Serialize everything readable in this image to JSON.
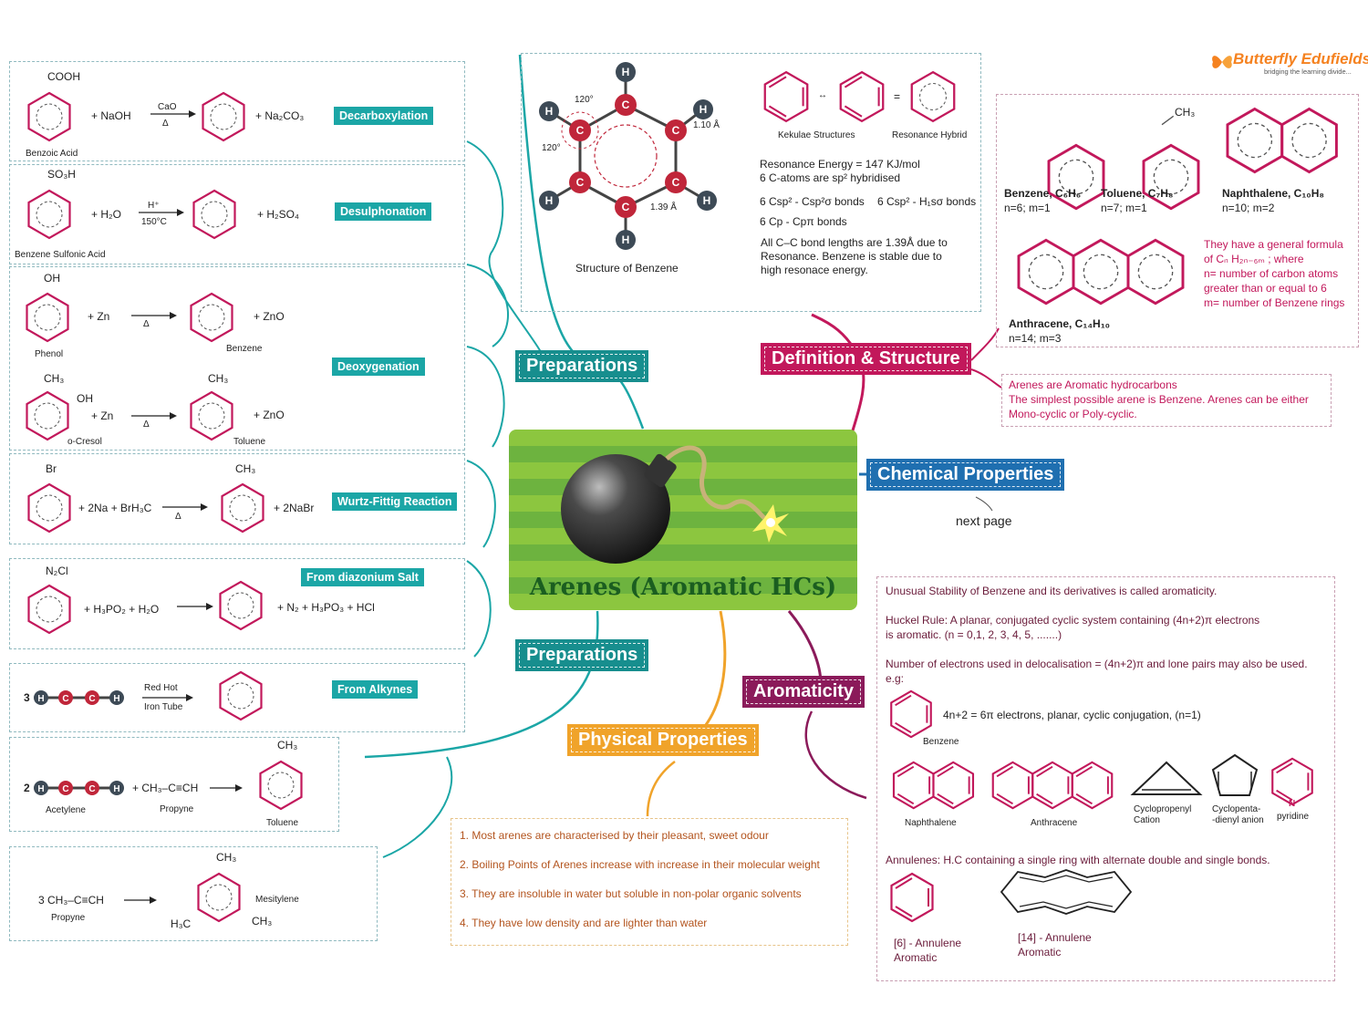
{
  "brand": {
    "name": "Butterfly Edufields",
    "tagline": "bridging the learning divide..."
  },
  "center": {
    "title": "Arenes (Aromatic HCs)"
  },
  "branches": {
    "prep1": "Preparations",
    "prep2": "Preparations",
    "def": "Definition & Structure",
    "chem": "Chemical Properties",
    "chem_note": "next page",
    "arom": "Aromaticity",
    "phys": "Physical Properties"
  },
  "reactions": {
    "r1": {
      "reactant": "COOH",
      "reactant_name": "Benzoic Acid",
      "reagent": "+ NaOH",
      "cond_top": "CaO",
      "cond_bot": "Δ",
      "product": "+ Na₂CO₃",
      "tag": "Decarboxylation"
    },
    "r2": {
      "reactant": "SO₃H",
      "reactant_name": "Benzene Sulfonic Acid",
      "reagent": "+ H₂O",
      "cond_top": "H⁺",
      "cond_bot": "150°C",
      "product": "+ H₂SO₄",
      "tag": "Desulphonation"
    },
    "r3": {
      "reactant": "OH",
      "reactant_name": "Phenol",
      "reagent": "+ Zn",
      "cond": "Δ",
      "product_name": "Benzene",
      "byproduct": "+ ZnO",
      "tag": "Deoxygenation"
    },
    "r4": {
      "sub1": "CH₃",
      "sub2": "OH",
      "reactant_name": "o-Cresol",
      "reagent": "+ Zn",
      "cond": "Δ",
      "product_sub": "CH₃",
      "product_name": "Toluene",
      "byproduct": "+ ZnO"
    },
    "r5": {
      "reactant": "Br",
      "reagent": "+ 2Na + BrH₃C",
      "cond": "Δ",
      "product_sub": "CH₃",
      "byproduct": "+ 2NaBr",
      "tag": "Wurtz-Fittig Reaction"
    },
    "r6": {
      "reactant": "N₂Cl",
      "reagent": "+ H₃PO₂ + H₂O",
      "byproduct": "+ N₂ + H₃PO₃ + HCl",
      "tag": "From diazonium Salt"
    },
    "r7": {
      "coef": "3",
      "cond_top": "Red Hot",
      "cond_bot": "Iron Tube",
      "tag": "From Alkynes"
    },
    "r8": {
      "coef": "2",
      "name1": "Acetylene",
      "plus": "+ CH₃–C≡CH",
      "name2": "Propyne",
      "product_sub": "CH₃",
      "product_name": "Toluene"
    },
    "r9": {
      "reactant": "3 CH₃–C≡CH",
      "reactant_name": "Propyne",
      "sub_top": "CH₃",
      "sub_bl": "H₃C",
      "sub_br": "CH₃",
      "product_name": "Mesitylene"
    }
  },
  "structure": {
    "caption": "Structure of Benzene",
    "angle1": "120°",
    "angle2": "120°",
    "ch_len": "1.10 Å",
    "cc_len": "1.39 Å",
    "kekule": "Kekulae Structures",
    "hybrid": "Resonance Hybrid",
    "energy": "Resonance Energy = 147 KJ/mol",
    "hybridised": "6 C-atoms are sp² hybridised",
    "bonds1": "6 Csp² - Csp²σ bonds",
    "bonds2": "6 Csp² - H₁sσ bonds",
    "bonds3": "6 Cp - Cpπ bonds",
    "note1": "All C–C bond lengths are 1.39Å due to",
    "note2": "Resonance. Benzene is stable due to",
    "note3": "high resonace energy."
  },
  "examples": {
    "benzene": {
      "name": "Benzene, C₆H₆",
      "nm": "n=6; m=1"
    },
    "toluene": {
      "sub": "CH₃",
      "name": "Toluene, C₇H₈",
      "nm": "n=7; m=1"
    },
    "naph": {
      "name": "Naphthalene, C₁₀H₈",
      "nm": "n=10; m=2"
    },
    "anth": {
      "name": "Anthracene, C₁₄H₁₀",
      "nm": "n=14; m=3"
    },
    "formula1": "They have a general formula",
    "formula2": "of Cₙ H₂ₙ₋₆ₘ ; where",
    "formula3": "n= number of carbon atoms",
    "formula4": "greater than or equal to 6",
    "formula5": "m= number of Benzene rings"
  },
  "definition": {
    "l1": "Arenes are Aromatic hydrocarbons",
    "l2": "The simplest possible arene is Benzene. Arenes can be either",
    "l3": "Mono-cyclic or Poly-cyclic."
  },
  "aromaticity": {
    "l1": "Unusual Stability of Benzene and its derivatives is called aromaticity.",
    "l2": "Huckel Rule: A planar, conjugated cyclic system containing (4n+2)π electrons",
    "l3": "is aromatic. (n = 0,1, 2, 3, 4, 5, .......)",
    "l4": "Number of electrons used in delocalisation = (4n+2)π and lone pairs may also be used.",
    "l5": "e.g:",
    "benz_eq": "4n+2 = 6π electrons, planar, cyclic conjugation, (n=1)",
    "benz": "Benzene",
    "naph": "Naphthalene",
    "anth": "Anthracene",
    "cyclo1": "Cyclopropenyl",
    "cyclo2": "Cation",
    "cp1": "Cyclopenta-",
    "cp2": "-dienyl anion",
    "pyr": "pyridine",
    "pyrN": "N",
    "annulene": "Annulenes: H.C containing a single ring with alternate double and single bonds.",
    "a6": "[6] - Annulene",
    "a6b": "Aromatic",
    "a14": "[14] - Annulene",
    "a14b": "Aromatic"
  },
  "physical": {
    "p1": "1. Most arenes are characterised by their pleasant, sweet odour",
    "p2": "2. Boiling Points of Arenes increase with increase in their molecular weight",
    "p3": "3. They are insoluble in water but soluble in non-polar organic solvents",
    "p4": "4. They have low density and are lighter than water"
  },
  "atoms": {
    "H": "H",
    "C": "C"
  },
  "colors": {
    "teal": "#1ba6a6",
    "crimson": "#c2185b",
    "blue": "#1f6fb0",
    "purple": "#8b1a5a",
    "orange": "#f0a32a",
    "green": "#7ac143"
  }
}
